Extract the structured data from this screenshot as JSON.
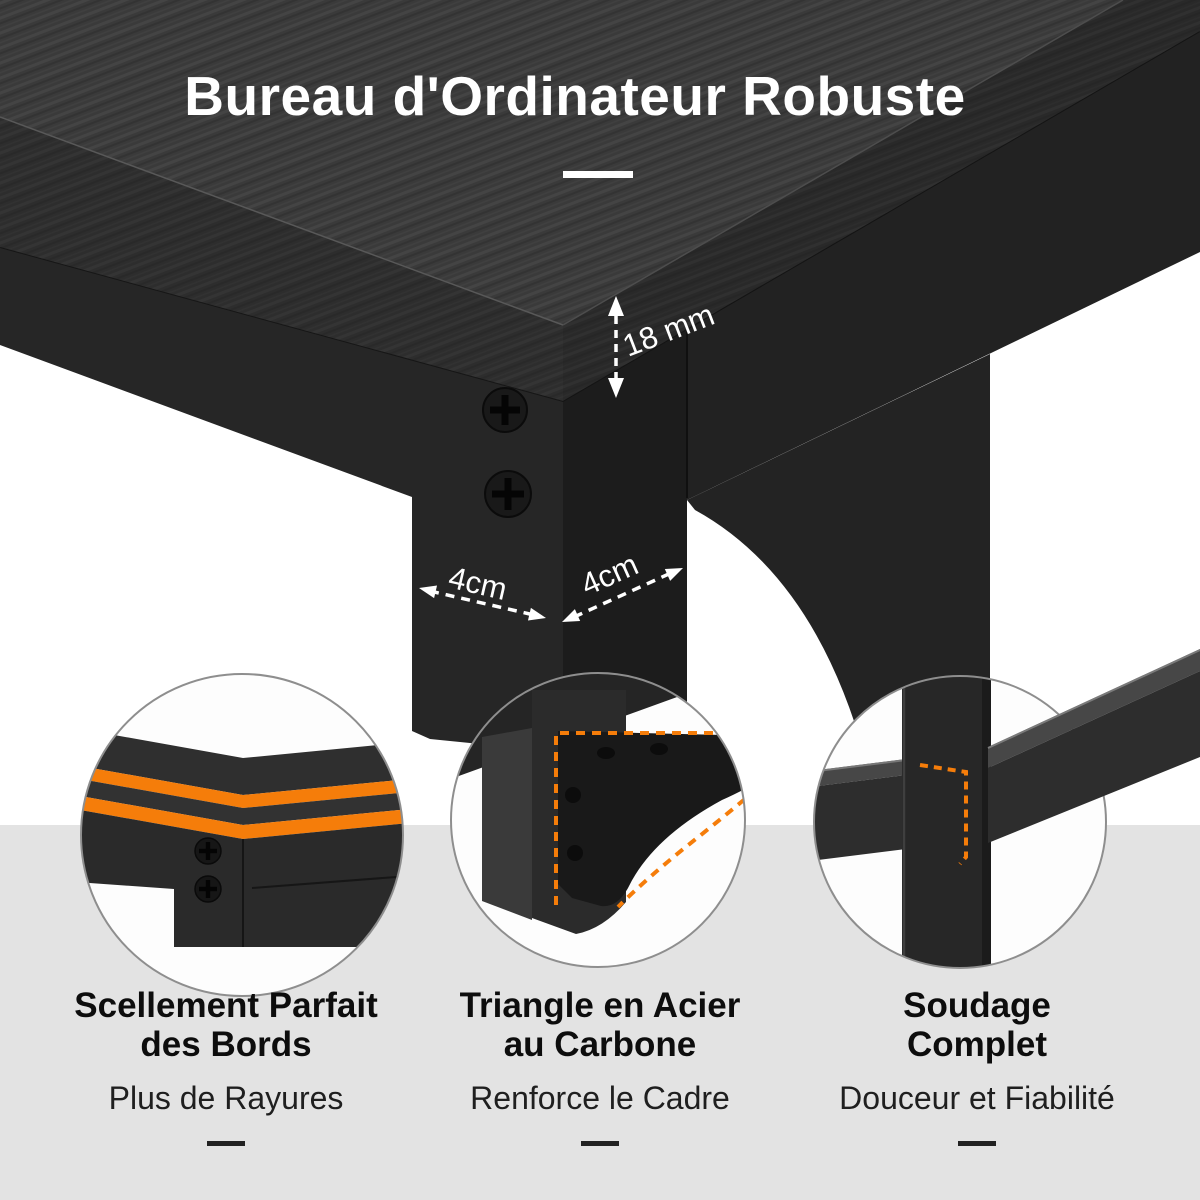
{
  "page": {
    "title": "Bureau d'Ordinateur Robuste"
  },
  "annotations": {
    "desk_thickness": "18 mm",
    "leg_width_left": "4cm",
    "leg_width_right": "4cm"
  },
  "features": [
    {
      "heading_line1": "Scellement Parfait",
      "heading_line2": "des Bords",
      "subtitle": "Plus de Rayures"
    },
    {
      "heading_line1": "Triangle en Acier",
      "heading_line2": "au Carbone",
      "subtitle": "Renforce le Cadre"
    },
    {
      "heading_line1": "Soudage",
      "heading_line2": "Complet",
      "subtitle": "Douceur et Fiabilité"
    }
  ],
  "colors": {
    "accent_orange": "#F57D0A",
    "floor_gray": "#e3e3e3",
    "desk_charcoal": "#3a3a3a",
    "annotation_white": "#ffffff"
  }
}
